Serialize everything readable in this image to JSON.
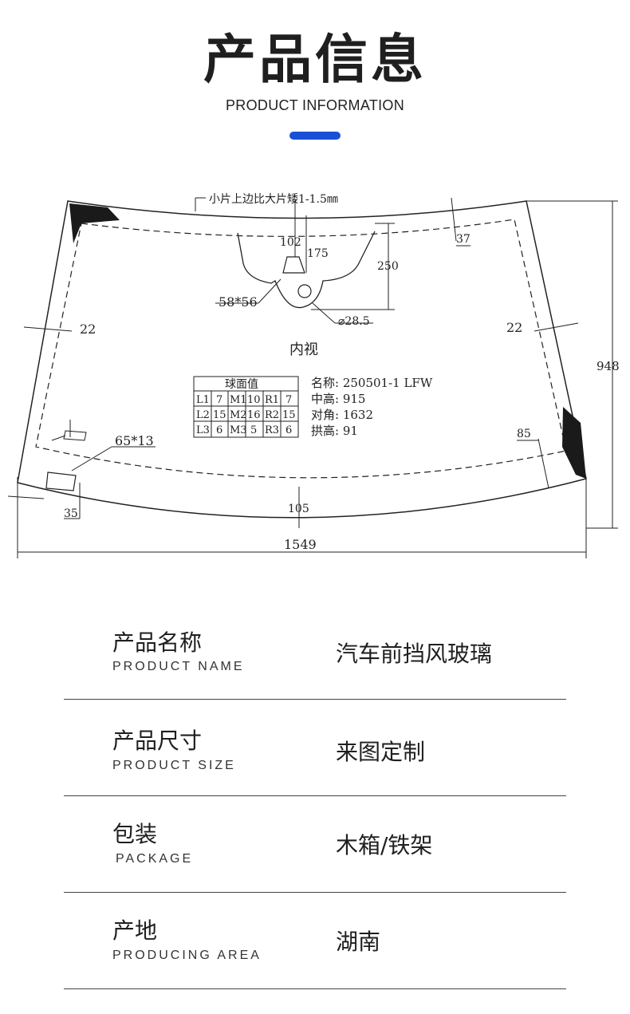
{
  "header": {
    "title": "产品信息",
    "subtitle": "PRODUCT INFORMATION",
    "accent_color": "#1a4fd6"
  },
  "drawing": {
    "top_note": "小片上边比大片矮1-1.5㎜",
    "view_label": "内视",
    "dimensions": {
      "overall_width": "1549",
      "overall_height": "948",
      "top_offset_1": "102",
      "top_offset_2": "175",
      "bracket_height": "250",
      "right_top": "37",
      "left_side": "22",
      "right_side": "22",
      "bracket_size": "58*56",
      "hole_diameter": "⌀28.5",
      "bottom_tab": "65*13",
      "right_bottom": "85",
      "bottom_center": "105",
      "bottom_left": "35"
    },
    "curvature_table": {
      "title": "球面值",
      "rows": [
        [
          "L1",
          "7",
          "M1",
          "10",
          "R1",
          "7"
        ],
        [
          "L2",
          "15",
          "M2",
          "16",
          "R2",
          "15"
        ],
        [
          "L3",
          "6",
          "M3",
          "5",
          "R3",
          "6"
        ]
      ]
    },
    "specs": [
      "名称: 250501-1 LFW",
      "中高: 915",
      "对角: 1632",
      "拱高: 91"
    ]
  },
  "spec_rows": [
    {
      "label_cn": "产品名称",
      "label_en": "PRODUCT NAME",
      "value": "汽车前挡风玻璃"
    },
    {
      "label_cn": "产品尺寸",
      "label_en": "PRODUCT SIZE",
      "value": "来图定制"
    },
    {
      "label_cn": "包装",
      "label_en": "PACKAGE",
      "value": "木箱/铁架"
    },
    {
      "label_cn": "产地",
      "label_en": "PRODUCING AREA",
      "value": "湖南"
    }
  ]
}
